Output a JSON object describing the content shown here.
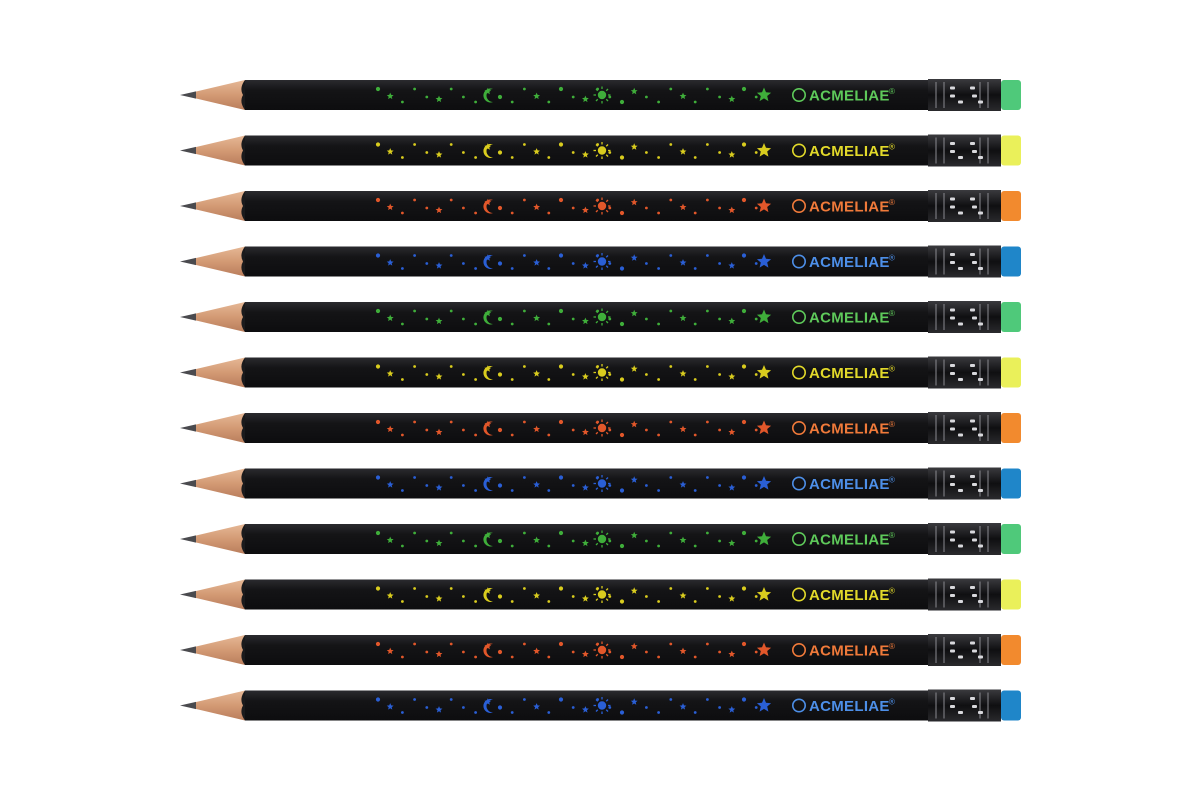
{
  "product": {
    "brand": "ACMELIAE",
    "registered_mark": "®"
  },
  "pencils": [
    {
      "color_name": "green",
      "accent": "#3fae3a",
      "eraser": "#4fc97a",
      "logo": "#5ec95a"
    },
    {
      "color_name": "yellow",
      "accent": "#d9cc1e",
      "eraser": "#eaf05a",
      "logo": "#e2d92a"
    },
    {
      "color_name": "orange",
      "accent": "#e2572a",
      "eraser": "#f28a2e",
      "logo": "#f07a3a"
    },
    {
      "color_name": "blue",
      "accent": "#2a5fd6",
      "eraser": "#1f86c9",
      "logo": "#4d8fe8"
    },
    {
      "color_name": "green",
      "accent": "#3fae3a",
      "eraser": "#4fc97a",
      "logo": "#5ec95a"
    },
    {
      "color_name": "yellow",
      "accent": "#d9cc1e",
      "eraser": "#eaf05a",
      "logo": "#e2d92a"
    },
    {
      "color_name": "orange",
      "accent": "#e2572a",
      "eraser": "#f28a2e",
      "logo": "#f07a3a"
    },
    {
      "color_name": "blue",
      "accent": "#2a5fd6",
      "eraser": "#1f86c9",
      "logo": "#4d8fe8"
    },
    {
      "color_name": "green",
      "accent": "#3fae3a",
      "eraser": "#4fc97a",
      "logo": "#5ec95a"
    },
    {
      "color_name": "yellow",
      "accent": "#d9cc1e",
      "eraser": "#eaf05a",
      "logo": "#e2d92a"
    },
    {
      "color_name": "orange",
      "accent": "#e2572a",
      "eraser": "#f28a2e",
      "logo": "#f07a3a"
    },
    {
      "color_name": "blue",
      "accent": "#2a5fd6",
      "eraser": "#1f86c9",
      "logo": "#4d8fe8"
    }
  ],
  "colors": {
    "background": "#ffffff",
    "body": "#17171a",
    "wood": "#d9a27e",
    "graphite": "#4a4a4e",
    "ferrule": "#1c1c1e"
  }
}
